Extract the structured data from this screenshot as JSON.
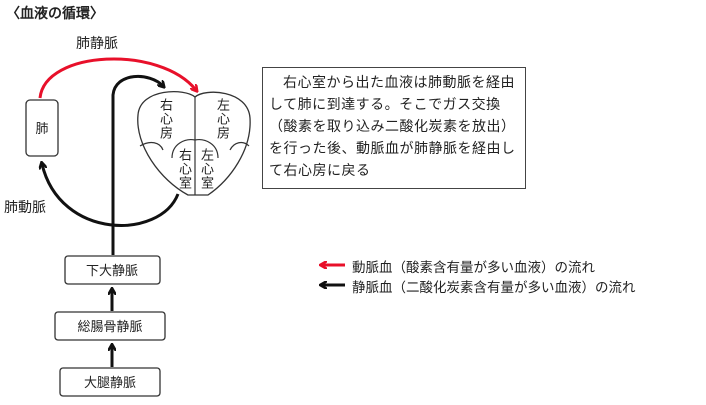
{
  "title": "〈血液の循環〉",
  "labels": {
    "pulmonary_vein": "肺静脈",
    "pulmonary_artery": "肺動脈",
    "lung": "肺",
    "right_atrium": "右心房",
    "left_atrium": "左心房",
    "right_ventricle": "右心室",
    "left_ventricle": "左心室",
    "inferior_vena_cava": "下大静脈",
    "common_iliac_vein": "総腸骨静脈",
    "femoral_vein": "大腿静脈"
  },
  "description": "右心室から出た血液は肺動脈を経由して肺に到達する。そこでガス交換（酸素を取り込み二酸化炭素を放出）を行った後、動脈血が肺静脈を経由して右心房に戻る",
  "legend": [
    {
      "label": "動脈血（酸素含有量が多い血液）の流れ",
      "color": "#e8102a"
    },
    {
      "label": "静脈血（二酸化炭素含有量が多い血液）の流れ",
      "color": "#111111"
    }
  ]
}
